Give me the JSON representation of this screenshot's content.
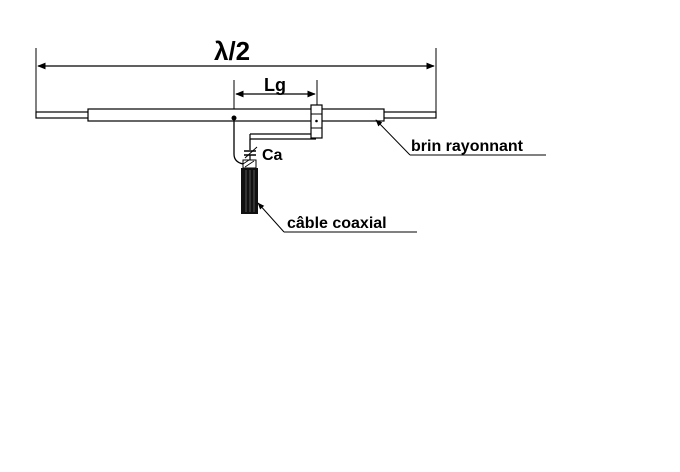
{
  "labels": {
    "lambda_half": "λ/2",
    "lg": "Lg",
    "ca": "Ca",
    "radiator": "brin rayonnant",
    "coax": "câble coaxial"
  }
}
